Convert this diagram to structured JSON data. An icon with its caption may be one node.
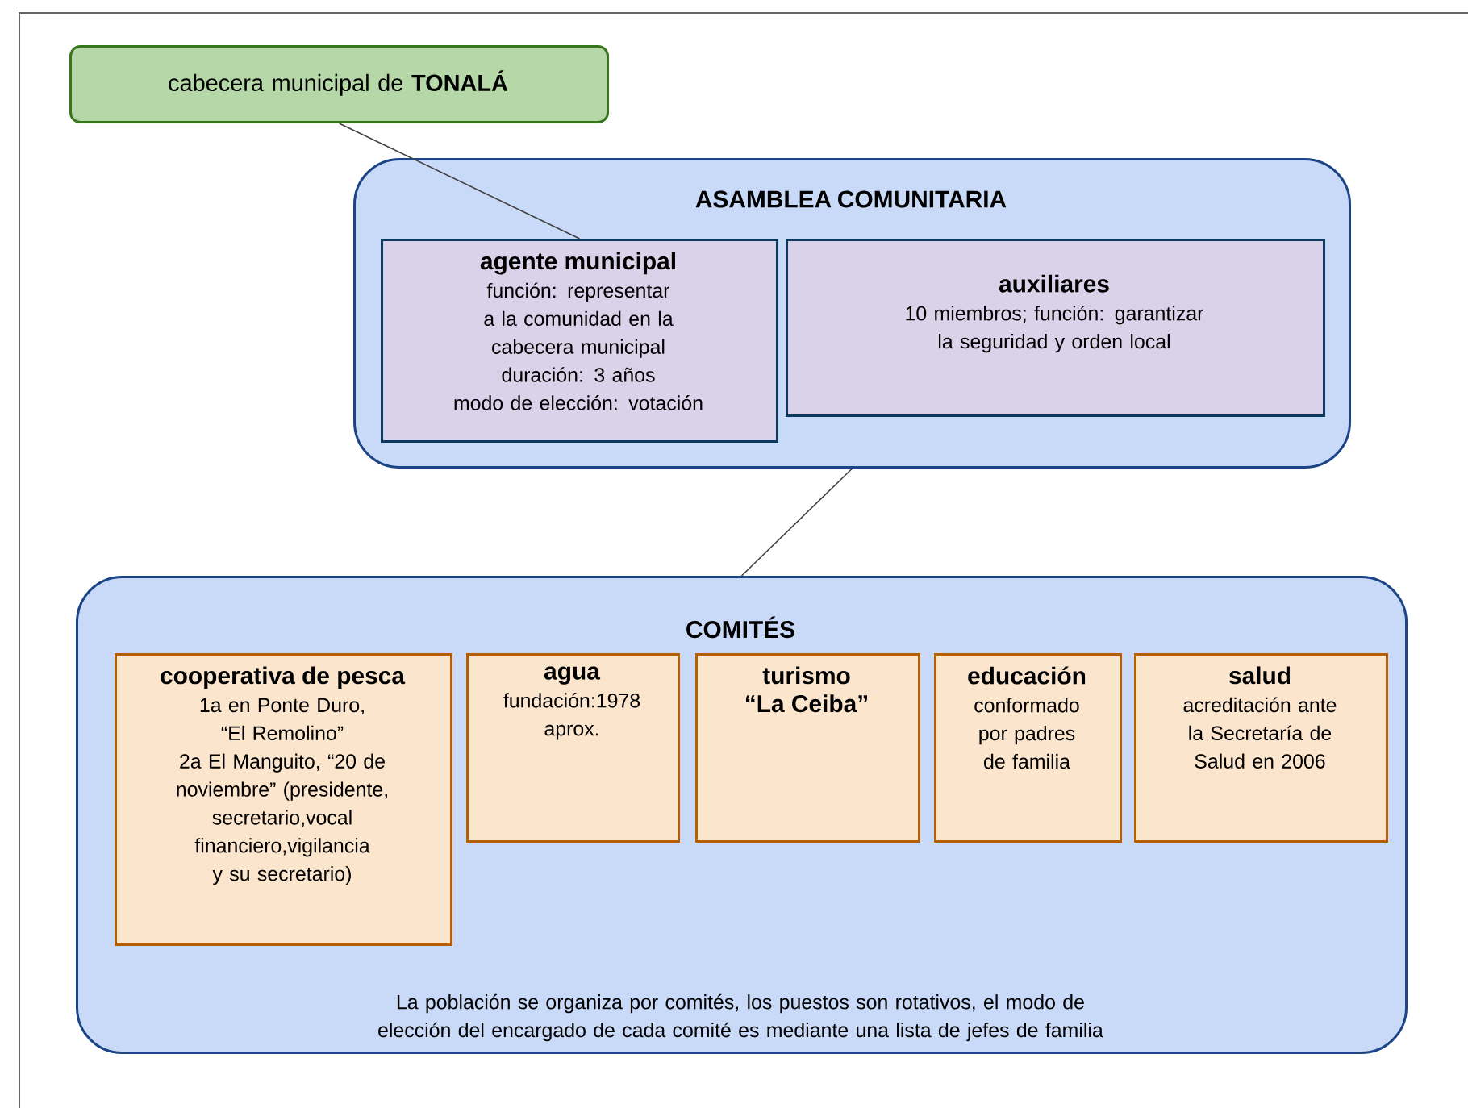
{
  "diagram": {
    "nodes": [
      {
        "text": [
          "cabecera municipal de **TONALÁ**"
        ]
      },
      {
        "text": [
          "ASAMBLEA COMUNITARIA"
        ]
      },
      {
        "text": [
          "agente municipal",
          "función: representar a la comunidad en la cabecera municipal",
          "duración: 3 años",
          "modo de elección: votación"
        ],
        "in": 1
      },
      {
        "text": [
          "auxiliares",
          "10 miembros; función: garantizar la seguridad y orden local"
        ],
        "in": 1
      },
      {
        "text": [
          "COMITÉS",
          "La población se organiza por comités, los puestos son rotativos, el modo de elección del encargado de cada comité es mediante una lista de jefes de familia"
        ]
      },
      {
        "text": [
          "cooperativa de pesca",
          "1a en Ponte Duro, “El Remolino”",
          "2a El Manguito, “20 de noviembre” (presidente, secretario,vocal financiero,vigilancia y su secretario)"
        ],
        "in": 4
      },
      {
        "text": [
          "agua",
          "fundación:1978 aprox."
        ],
        "in": 4
      },
      {
        "text": [
          "turismo “La Ceiba”"
        ],
        "in": 4
      },
      {
        "text": [
          "educación",
          "conformado por padres de familia"
        ],
        "in": 4
      },
      {
        "text": [
          "salud",
          "acreditación ante la Secretaría de Salud en 2006"
        ],
        "in": 4
      }
    ],
    "edges": [
      {
        "from": 0,
        "to": 2,
        "arrow": "none"
      },
      {
        "from": 1,
        "to": 4,
        "arrow": "none"
      }
    ]
  }
}
